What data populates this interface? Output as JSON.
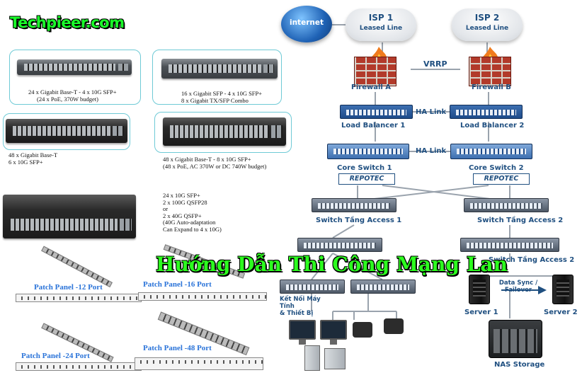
{
  "site": {
    "brand": "Techpieer.com",
    "banner": "Hướng Dẫn Thi Công Mạng Lan"
  },
  "switches": [
    {
      "line1": "24 x Gigabit Base-T - 4 x 10G SFP+",
      "line2": "(24 x PoE, 370W budget)"
    },
    {
      "line1": "16 x Gigabit SFP - 4 x 10G SFP+",
      "line2": "8 x Gigabit TX/SFP Combo"
    },
    {
      "line1": "48 x Gigabit Base-T",
      "line2": "6 x 10G SFP+"
    },
    {
      "line1": "48 x Gigabit Base-T - 8 x 10G SFP+",
      "line2": "(48 x PoE, AC 370W or DC 740W budget)"
    },
    {
      "line1": "24 x 10G SFP+",
      "line2": "2 x 100G QSFP28",
      "line3": "or",
      "line4": "2 x 40G QSFP+",
      "line5": "(40G Auto-adaptation",
      "line6": "Can Expand to 4 x 10G)"
    }
  ],
  "patch_panels": [
    "Patch Panel -12 Port",
    "Patch Panel -16 Port",
    "Patch Panel -24 Port",
    "Patch Panel -48 Port"
  ],
  "network": {
    "internet": "internet",
    "isp1": {
      "name": "ISP 1",
      "sub": "Leased Line"
    },
    "isp2": {
      "name": "ISP 2",
      "sub": "Leased Line"
    },
    "vrrp": "VRRP",
    "firewall_a": "Firewall A",
    "firewall_b": "Firewall B",
    "ha_link": "HA Link",
    "lb1": "Load Balancer 1",
    "lb2": "Load Balancer 2",
    "core1": "Core Switch 1",
    "core2": "Core Switch 2",
    "repotec": "REPOTEC",
    "access1": "Switch Tầng Access 1",
    "access2": "Switch Tầng Access 2",
    "access2b": "Switch Tầng Access 2",
    "clients": "Kết Nối Máy Tính & Thiết Bị",
    "data_sync": "Data Sync / Failover",
    "server1": "Server 1",
    "server2": "Server 2",
    "nas": "NAS Storage"
  }
}
